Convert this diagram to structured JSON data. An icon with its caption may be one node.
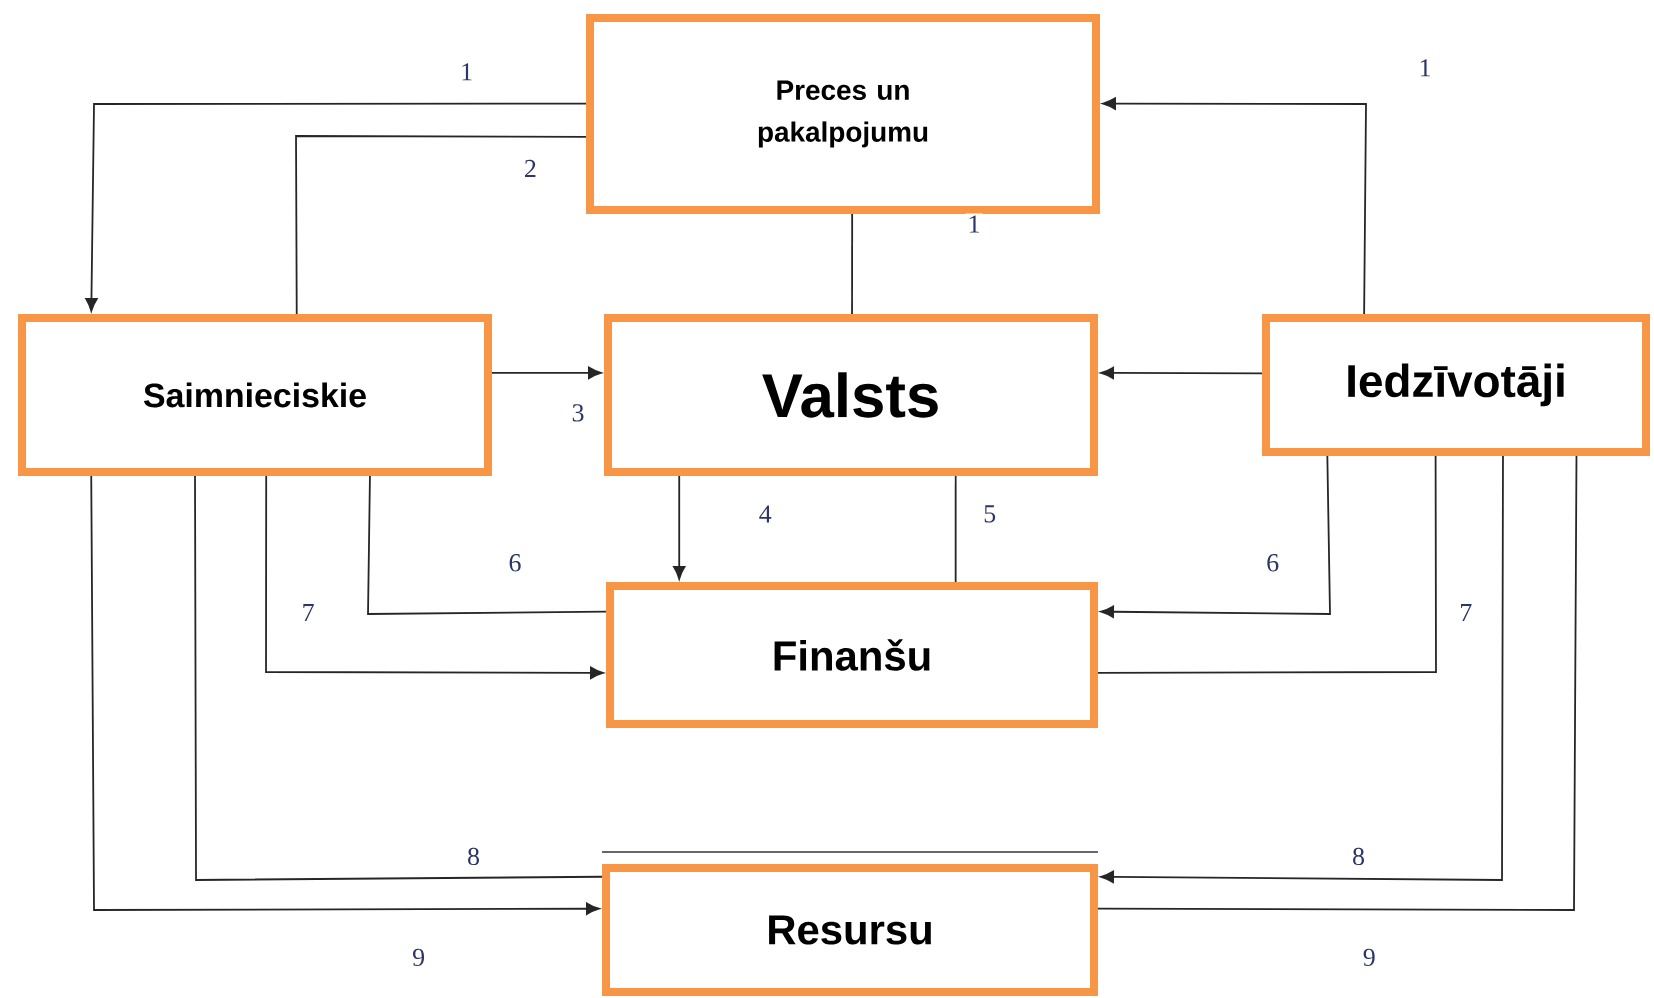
{
  "diagram": {
    "nodes": [
      {
        "text": [
          "Preces un pakalpojumu"
        ]
      },
      {
        "text": [
          "Saimnieciskie"
        ]
      },
      {
        "text": [
          "Valsts"
        ]
      },
      {
        "text": [
          "Iedzīvotāji"
        ]
      },
      {
        "text": [
          "Finanšu"
        ]
      },
      {
        "text": [
          "Resursu"
        ]
      }
    ],
    "edges": [
      {
        "from": 0,
        "to": 1,
        "arrow": "to",
        "label": "1"
      },
      {
        "from": 1,
        "to": 0,
        "arrow": "none",
        "label": "2"
      },
      {
        "from": 0,
        "to": 2,
        "arrow": "none",
        "label": "1"
      },
      {
        "from": 3,
        "to": 0,
        "arrow": "to",
        "label": "1"
      },
      {
        "from": 1,
        "to": 2,
        "arrow": "to",
        "label": "3"
      },
      {
        "from": 3,
        "to": 2,
        "arrow": "to"
      },
      {
        "from": 2,
        "to": 4,
        "arrow": "to",
        "label": "4"
      },
      {
        "from": 2,
        "to": 4,
        "arrow": "none",
        "label": "5"
      },
      {
        "from": 1,
        "to": 4,
        "arrow": "none",
        "label": "6"
      },
      {
        "from": 1,
        "to": 4,
        "arrow": "to",
        "label": "7"
      },
      {
        "from": 3,
        "to": 4,
        "arrow": "to",
        "label": "6"
      },
      {
        "from": 3,
        "to": 4,
        "arrow": "none",
        "label": "7"
      },
      {
        "from": 1,
        "to": 5,
        "arrow": "none",
        "label": "8"
      },
      {
        "from": 1,
        "to": 5,
        "arrow": "to",
        "label": "9"
      },
      {
        "from": 3,
        "to": 5,
        "arrow": "to",
        "label": "8"
      },
      {
        "from": 3,
        "to": 5,
        "arrow": "none",
        "label": "9"
      }
    ]
  }
}
